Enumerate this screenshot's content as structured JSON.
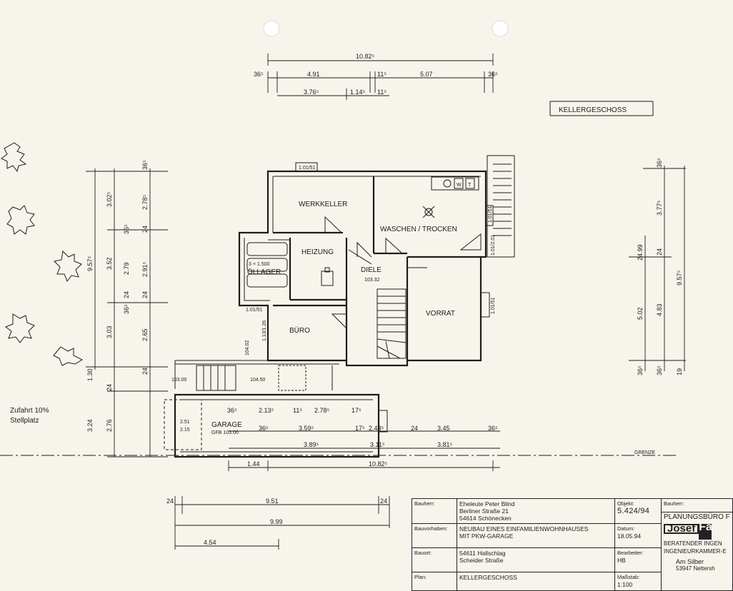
{
  "title": "KELLERGESCHOSS",
  "rooms": {
    "werkkeller": "WERKKELLER",
    "waschen": "WASCHEN / TROCKEN",
    "heizung": "HEIZUNG",
    "oellager": "ÖLLAGER",
    "tank": "3 × 1.500",
    "diele": "DIELE",
    "diele_level": "103.32",
    "buero": "BÜRO",
    "vorrat": "VORRAT",
    "garage": "GARAGE",
    "garage_level": "GFB 103.00",
    "garage_door_top": "2.51",
    "garage_door_bottom": "2.15"
  },
  "levels": {
    "entry": "103.00",
    "step": "104.50",
    "stair": "104.02"
  },
  "windows": {
    "werkkeller": "1.01/51",
    "ost": "1.01/51",
    "vorrat": "1.01/51",
    "buero": "1.01/51",
    "buero_door": "1.13/1.26",
    "stair": "1.01/2.01"
  },
  "site": {
    "zufahrt": "Zufahrt 10%",
    "stellplatz": "Stellplatz",
    "grenze": "GRENZE"
  },
  "dims": {
    "top_total": "10.82⁵",
    "top_a": "36⁵",
    "top_b": "4.91",
    "top_c": "11⁵",
    "top_d": "5.07",
    "top_e": "36⁵",
    "top2_a": "3.76⁵",
    "top2_b": "1.14⁵",
    "top2_c": "11⁵",
    "left_total": "9.57⁵",
    "left_a": "3.02⁵",
    "left_b": "3.52",
    "left_c": "3.03",
    "left_d": "1.30",
    "left_e": "3.24",
    "left2_a": "36⁵",
    "left2_b": "2.78⁵",
    "left2_c": "24",
    "left2_d": "2.79",
    "left2_e": "24",
    "left2_f": "2.91⁵",
    "left2_g": "24",
    "left2_h": "36⁵",
    "left2_i": "2.65",
    "left2_j": "36⁵",
    "left2_k": "24",
    "left2_l": "2.76",
    "left2_m": "24",
    "right_total": "9.57⁵",
    "right_a": "36⁵",
    "right_b": "3.77⁵",
    "right_c": "24.99",
    "right_d": "24",
    "right_e": "5.02",
    "right_f": "4.83",
    "right_g": "36⁵",
    "right_h": "36⁵",
    "right_i": "19",
    "g1_a": "36⁵",
    "g1_b": "2.13⁵",
    "g1_c": "11⁵",
    "g1_d": "2.78⁵",
    "g1_e": "17⁵",
    "g2_a": "36⁵",
    "g2_b": "3.59⁵",
    "g2_c": "17⁵",
    "g2_d": "2.43⁵",
    "g2_e": "24",
    "g2_f": "3.45",
    "g2_g": "36⁵",
    "g3_a": "3.89⁵",
    "g3_b": "3.11⁵",
    "g3_c": "3.81⁵",
    "g4_a": "1.44",
    "g4_b": "10.82⁵",
    "b1_a": "24",
    "b1_b": "9.51",
    "b1_c": "24",
    "b2": "9.99",
    "b3": "4.54"
  },
  "titleblock": {
    "bauherr_label": "Bauherr:",
    "bauherr": [
      "Eheleute Peter Blind",
      "Berliner Straße 21",
      "54614 Schönecken"
    ],
    "vorhaben_label": "Bauvorhaben:",
    "vorhaben": [
      "NEUBAU EINES EINFAMILIENWOHNHAUSES",
      "MIT PKW-GARAGE"
    ],
    "bauort_label": "Bauort:",
    "bauort": [
      "54611 Hallschlag",
      "Scheider Straße"
    ],
    "plan_label": "Plan:",
    "plan": "KELLERGESCHOSS",
    "objekt_label": "Objekt:",
    "objekt": "5.424/94",
    "datum_label": "Datum:",
    "datum": "18.05.94",
    "bearbeiter_label": "Bearbeiter:",
    "bearbeiter": "HB",
    "massstab_label": "Maßstab:",
    "massstab": "1:100",
    "bauherr2_label": "Bauherr:",
    "office": "PLANUNGSBÜRO F",
    "logo_a": "Josef",
    "logo_b": "Fa",
    "office_line1": "BERATENDER INGEN",
    "office_line2": "INGENIEURKAMMER-E",
    "office_line3": "Am Silber",
    "office_line4": "53947 Nettersh"
  }
}
